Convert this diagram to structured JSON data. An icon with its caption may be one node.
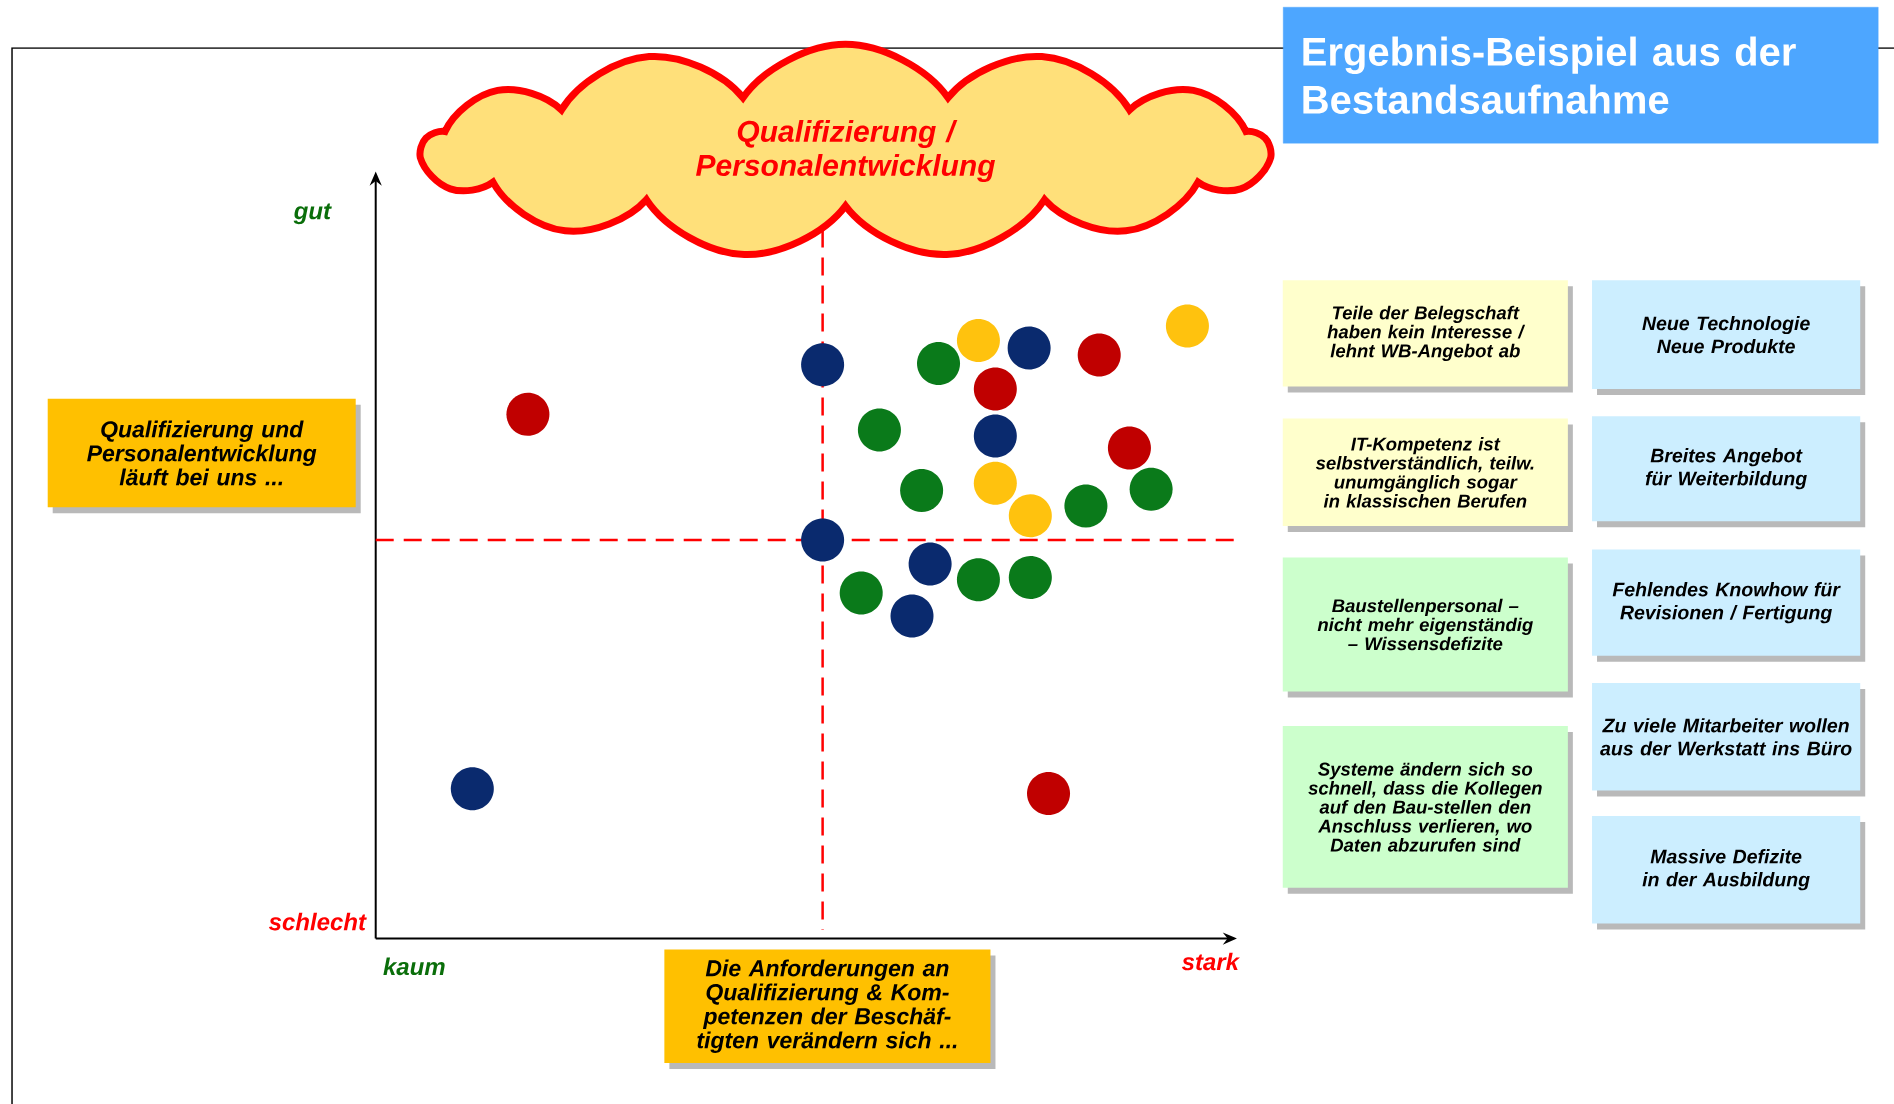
{
  "diagram": {
    "title": "Ergebnis-Beispiel aus der Bestandsaufnahme",
    "nodes": [
      {
        "text": [
          "Qualifizierung / Personalentwicklung"
        ]
      },
      {
        "text": [
          "Qualifizierung und Personalentwicklung läuft bei uns ..."
        ]
      },
      {
        "text": [
          "Die Anforderungen an Qualifizierung & Kom-petenzen der Beschäf-tigten verändern sich ..."
        ]
      },
      {
        "text": [
          "Teile der Belegschaft haben kein Interesse / lehnt WB-Angebot ab"
        ]
      },
      {
        "text": [
          "IT-Kompetenz ist selbstverständlich, teilw. unumgänglich sogar in klassischen Berufen"
        ]
      },
      {
        "text": [
          "Baustellenpersonal – nicht mehr eigenständig – Wissensdefizite"
        ]
      },
      {
        "text": [
          "Systeme ändern sich so schnell, dass die Kollegen auf den Bau-stellen den Anschluss verlieren, wo Daten abzurufen sind"
        ]
      },
      {
        "text": [
          "Neue Technologie Neue Produkte"
        ]
      },
      {
        "text": [
          "Breites Angebot für Weiterbildung"
        ]
      },
      {
        "text": [
          "Fehlendes Knowhow für Revisionen / Fertigung"
        ]
      },
      {
        "text": [
          "Zu viele Mitarbeiter wollen aus der Werkstatt ins Büro"
        ]
      },
      {
        "text": [
          "Massive Defizite in der Ausbildung"
        ]
      }
    ],
    "labels": [
      "gut",
      "schlecht",
      "kaum",
      "stark"
    ]
  }
}
